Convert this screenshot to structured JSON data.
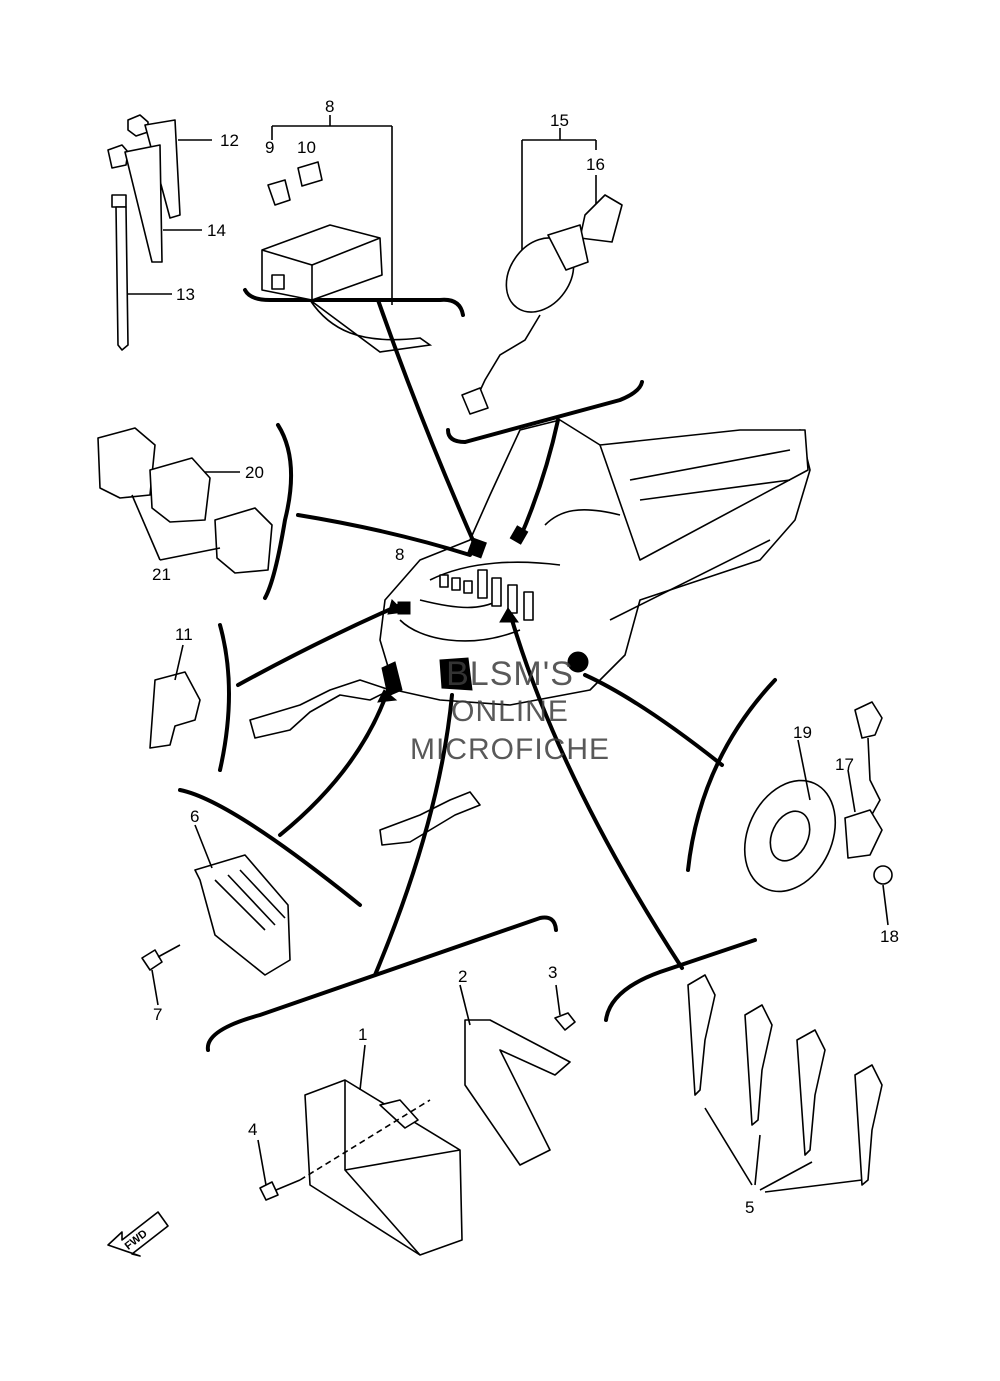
{
  "callouts": {
    "c1": "1",
    "c2": "2",
    "c3": "3",
    "c4": "4",
    "c5": "5",
    "c6": "6",
    "c7": "7",
    "c8a": "8",
    "c8b": "8",
    "c9": "9",
    "c10": "10",
    "c11": "11",
    "c12": "12",
    "c13": "13",
    "c14": "14",
    "c15": "15",
    "c16": "16",
    "c17": "17",
    "c18": "18",
    "c19": "19",
    "c20": "20",
    "c21": "21"
  },
  "fwd_label": "FWD",
  "watermark": {
    "line1": "BLSM'S",
    "line2": "ONLINE",
    "line3": "MICROFICHE"
  }
}
